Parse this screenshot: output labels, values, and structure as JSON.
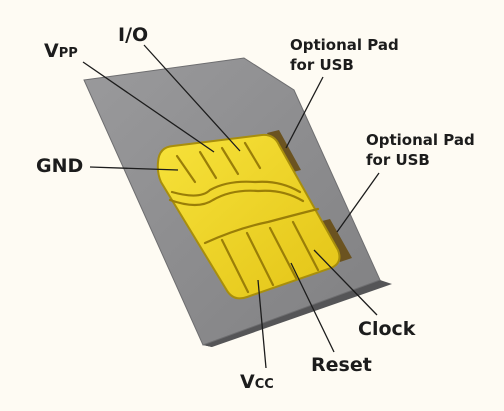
{
  "labels": {
    "vpp": {
      "main": "V",
      "sub": "PP"
    },
    "io": "I/O",
    "gnd": "GND",
    "vcc": {
      "main": "V",
      "sub": "CC"
    },
    "reset": "Reset",
    "clock": "Clock",
    "usb_pad_upper": {
      "line1": "Optional Pad",
      "line2": "for USB"
    },
    "usb_pad_lower": {
      "line1": "Optional Pad",
      "line2": "for USB"
    }
  },
  "colors": {
    "background": "#fefbf3",
    "card_face": "#8d8d8f",
    "card_edge": "#3a3a3c",
    "chip_gold": "#f0d21e",
    "chip_outline": "#a88e0c",
    "usb_pad": "#6b5320",
    "leader_line": "#1c1c1c"
  }
}
